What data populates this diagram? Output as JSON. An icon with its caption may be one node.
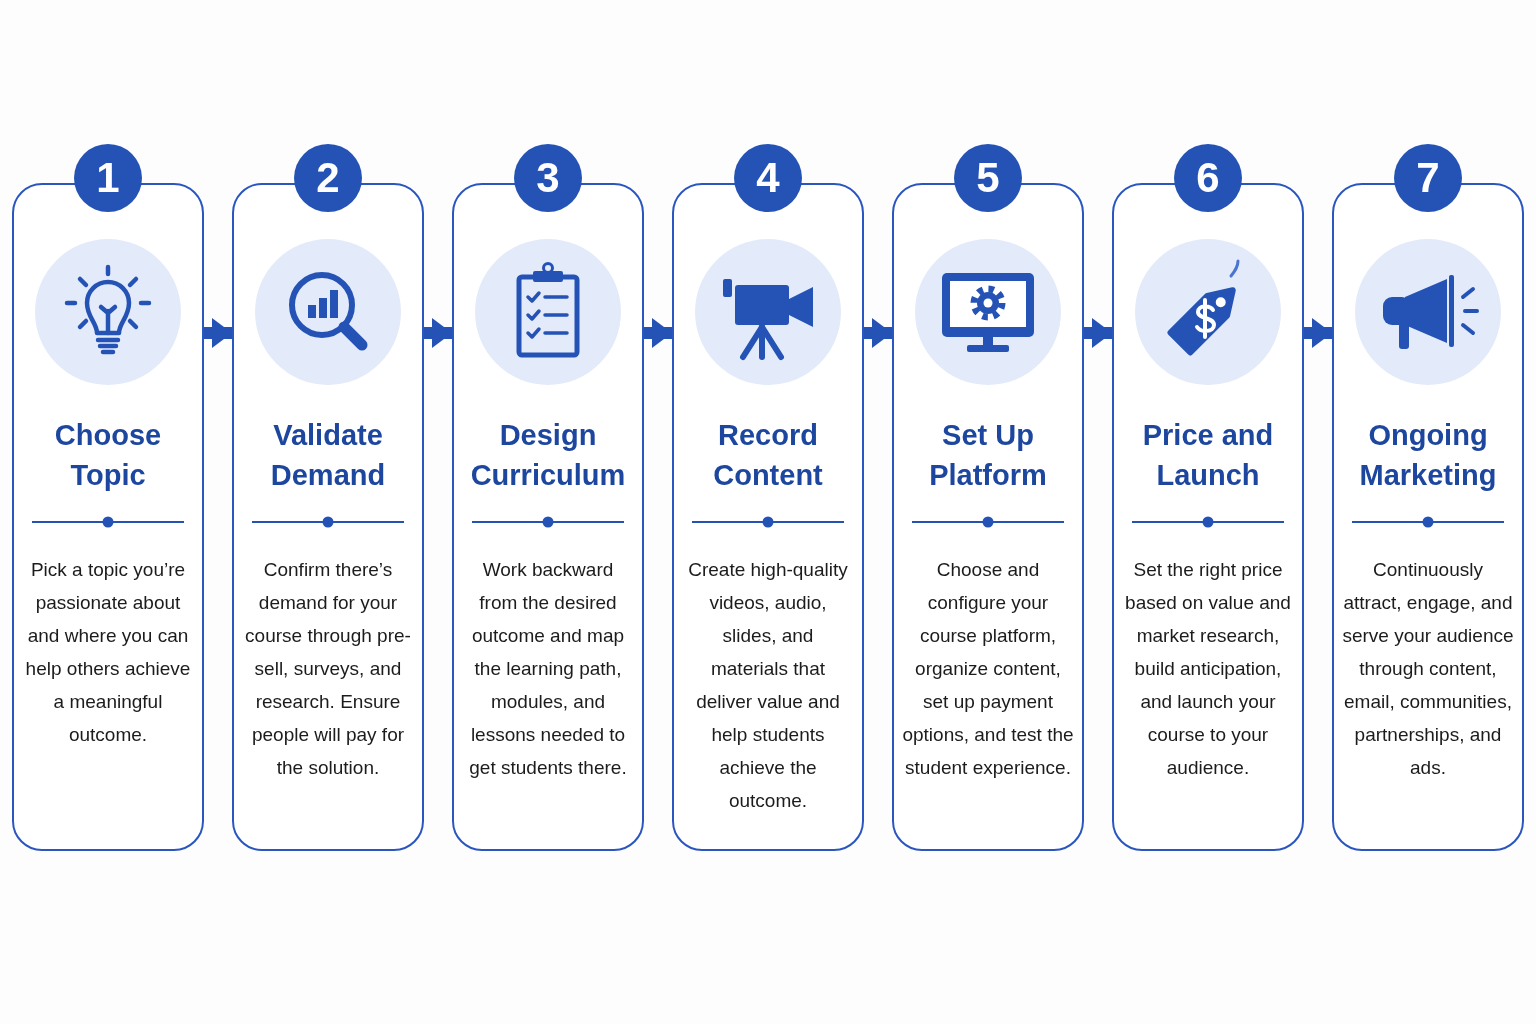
{
  "diagram": {
    "nodes": [
      {
        "text": [
          "1",
          "Choose Topic",
          "Pick a topic you’re passionate about and where you can help others achieve a meaningful outcome."
        ]
      },
      {
        "text": [
          "2",
          "Validate Demand",
          "Confirm there’s demand for your course through pre-sell, surveys, and research. Ensure people will pay for the solution."
        ]
      },
      {
        "text": [
          "3",
          "Design Curriculum",
          "Work backward from the desired outcome and map the learning path, modules, and lessons needed to get students there."
        ]
      },
      {
        "text": [
          "4",
          "Record Content",
          "Create high-quality videos, audio, slides, and materials that deliver value and help students achieve the outcome."
        ]
      },
      {
        "text": [
          "5",
          "Set Up Platform",
          "Choose and configure your course platform, organize content, set up payment options, and test the student experience."
        ]
      },
      {
        "text": [
          "6",
          "Price and Launch",
          "Set the right price based on value and market research, build anticipation, and launch your course to your audience."
        ]
      },
      {
        "text": [
          "7",
          "Ongoing Marketing",
          "Continuously attract, engage, and serve your audience through content, email, communities, partnerships, and ads."
        ]
      }
    ],
    "edges": [
      {
        "from": 0,
        "to": 1,
        "arrow": "to"
      },
      {
        "from": 1,
        "to": 2,
        "arrow": "to"
      },
      {
        "from": 2,
        "to": 3,
        "arrow": "to"
      },
      {
        "from": 3,
        "to": 4,
        "arrow": "to"
      },
      {
        "from": 4,
        "to": 5,
        "arrow": "to"
      },
      {
        "from": 5,
        "to": 6,
        "arrow": "to"
      }
    ]
  }
}
